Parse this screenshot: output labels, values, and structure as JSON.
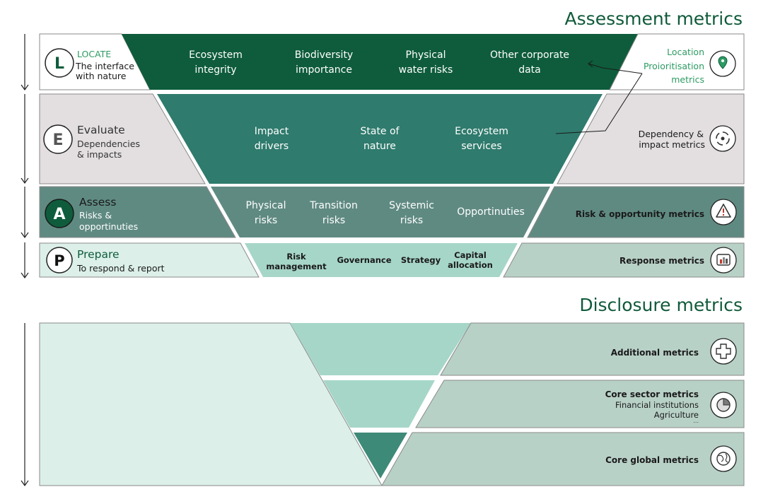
{
  "assessment_title": "Assessment metrics",
  "disclosure_title": "Disclosure metrics",
  "rows": {
    "locate": {
      "letter": "L",
      "title": "LOCATE",
      "subtitle_1": "The interface",
      "subtitle_2": "with nature",
      "center": [
        {
          "line1": "Ecosystem",
          "line2": "integrity"
        },
        {
          "line1": "Biodiversity",
          "line2": "importance"
        },
        {
          "line1": "Physical",
          "line2": "water risks"
        },
        {
          "line1": "Other corporate",
          "line2": "data"
        }
      ],
      "metric_1": "Location",
      "metric_2": "Proioritisation",
      "metric_3": "metrics",
      "icon": "location-pin-icon"
    },
    "evaluate": {
      "letter": "E",
      "title": "Evaluate",
      "subtitle_1": "Dependencies",
      "subtitle_2": "& impacts",
      "center": [
        {
          "line1": "Impact",
          "line2": "drivers"
        },
        {
          "line1": "State of",
          "line2": "nature"
        },
        {
          "line1": "Ecosystem",
          "line2": "services"
        }
      ],
      "metric_1": "Dependency &",
      "metric_2": "impact metrics",
      "icon": "cycle-icon"
    },
    "assess": {
      "letter": "A",
      "title": "Assess",
      "subtitle_1": "Risks &",
      "subtitle_2": "opportinuties",
      "center": [
        {
          "line1": "Physical",
          "line2": "risks"
        },
        {
          "line1": "Transition",
          "line2": "risks"
        },
        {
          "line1": "Systemic",
          "line2": "risks"
        },
        {
          "line1": "Opportinuties",
          "line2": ""
        }
      ],
      "metric_1": "Risk & opportunity metrics",
      "icon": "warning-icon"
    },
    "prepare": {
      "letter": "P",
      "title": "Prepare",
      "subtitle_1": "To respond & report",
      "center": [
        {
          "line1": "Risk",
          "line2": "management"
        },
        {
          "line1": "Governance",
          "line2": ""
        },
        {
          "line1": "Strategy",
          "line2": ""
        },
        {
          "line1": "Capital",
          "line2": "allocation"
        }
      ],
      "metric_1": "Response metrics",
      "icon": "report-chart-icon"
    }
  },
  "disclosure": {
    "additional": {
      "label": "Additional metrics",
      "icon": "plus-icon"
    },
    "sector": {
      "label": "Core sector metrics",
      "sub_1": "Financial institutions",
      "sub_2": "Agriculture",
      "sub_3": "...",
      "icon": "pie-icon"
    },
    "global": {
      "label": "Core global metrics",
      "icon": "globe-icon"
    }
  },
  "colors": {
    "dark_green": "#0e5c3c",
    "teal": "#2f7b6d",
    "slate_teal": "#5f8a82",
    "mint": "#a6d6c8",
    "pale_mint": "#dcf0e9",
    "gray": "#e3dfe0",
    "sage": "#b8d1c7",
    "brand_text": "#0f5a3a",
    "accent_text": "#2e9b63"
  }
}
